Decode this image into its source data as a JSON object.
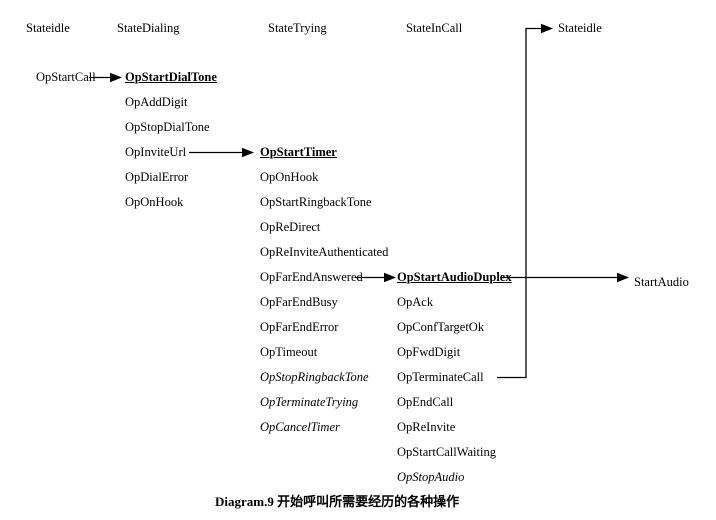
{
  "caption": "Diagram.9 开始呼叫所需要经历的各种操作",
  "headers": {
    "state_idle_left": "Stateidle",
    "state_dialing": "StateDialing",
    "state_trying": "StateTrying",
    "state_incall": "StateInCall",
    "state_idle_right": "Stateidle"
  },
  "idle_column": {
    "items": [
      {
        "label": "OpStartCall",
        "style": "normal"
      }
    ]
  },
  "dialing_column": {
    "items": [
      {
        "label": "OpStartDialTone",
        "style": "bold-underline"
      },
      {
        "label": "OpAddDigit",
        "style": "normal"
      },
      {
        "label": "OpStopDialTone",
        "style": "normal"
      },
      {
        "label": "OpInviteUrl",
        "style": "normal"
      },
      {
        "label": "OpDialError",
        "style": "normal"
      },
      {
        "label": "OpOnHook",
        "style": "normal"
      }
    ]
  },
  "trying_column": {
    "items": [
      {
        "label": "OpStartTimer",
        "style": "bold-underline"
      },
      {
        "label": "OpOnHook",
        "style": "normal"
      },
      {
        "label": "OpStartRingbackTone",
        "style": "normal"
      },
      {
        "label": "OpReDirect",
        "style": "normal"
      },
      {
        "label": "OpReInviteAuthenticated",
        "style": "normal"
      },
      {
        "label": "OpFarEndAnswered",
        "style": "normal"
      },
      {
        "label": "OpFarEndBusy",
        "style": "normal"
      },
      {
        "label": "OpFarEndError",
        "style": "normal"
      },
      {
        "label": "OpTimeout",
        "style": "normal"
      },
      {
        "label": "OpStopRingbackTone",
        "style": "italic"
      },
      {
        "label": "OpTerminateTrying",
        "style": "italic"
      },
      {
        "label": "OpCancelTimer",
        "style": "italic"
      }
    ]
  },
  "incall_column": {
    "items": [
      {
        "label": "OpStartAudioDuplex",
        "style": "bold-underline"
      },
      {
        "label": "OpAck",
        "style": "normal"
      },
      {
        "label": "OpConfTargetOk",
        "style": "normal"
      },
      {
        "label": "OpFwdDigit",
        "style": "normal"
      },
      {
        "label": "OpTerminateCall",
        "style": "normal"
      },
      {
        "label": "OpEndCall",
        "style": "normal"
      },
      {
        "label": "OpReInvite",
        "style": "normal"
      },
      {
        "label": "OpStartCallWaiting",
        "style": "normal"
      },
      {
        "label": "OpStopAudio",
        "style": "italic"
      }
    ]
  },
  "outputs": {
    "start_audio": "StartAudio"
  },
  "colors": {
    "ink": "#000000",
    "background": "#ffffff"
  }
}
